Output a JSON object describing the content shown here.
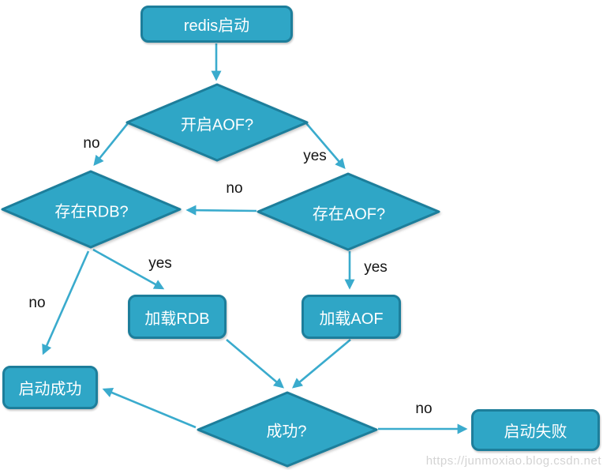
{
  "diagram": {
    "nodes": {
      "start": {
        "label": "redis启动"
      },
      "aof_enabled": {
        "label": "开启AOF?"
      },
      "rdb_exists": {
        "label": "存在RDB?"
      },
      "aof_exists": {
        "label": "存在AOF?"
      },
      "load_rdb": {
        "label": "加载RDB"
      },
      "load_aof": {
        "label": "加载AOF"
      },
      "start_success": {
        "label": "启动成功"
      },
      "success_check": {
        "label": "成功?"
      },
      "start_fail": {
        "label": "启动失败"
      }
    },
    "edge_labels": {
      "aof_enabled_no": "no",
      "aof_enabled_yes": "yes",
      "aof_exists_no": "no",
      "rdb_exists_yes": "yes",
      "rdb_exists_no": "no",
      "aof_exists_yes": "yes",
      "success_check_no": "no"
    },
    "colors": {
      "node_fill": "#2fa6c6",
      "node_border": "#1d7e9b",
      "arrow": "#3aabcd",
      "node_text": "#ffffff",
      "edge_label_text": "#141414",
      "watermark_text": "#cfcfcf"
    },
    "watermark": "https://junmoxiao.blog.csdn.net"
  }
}
